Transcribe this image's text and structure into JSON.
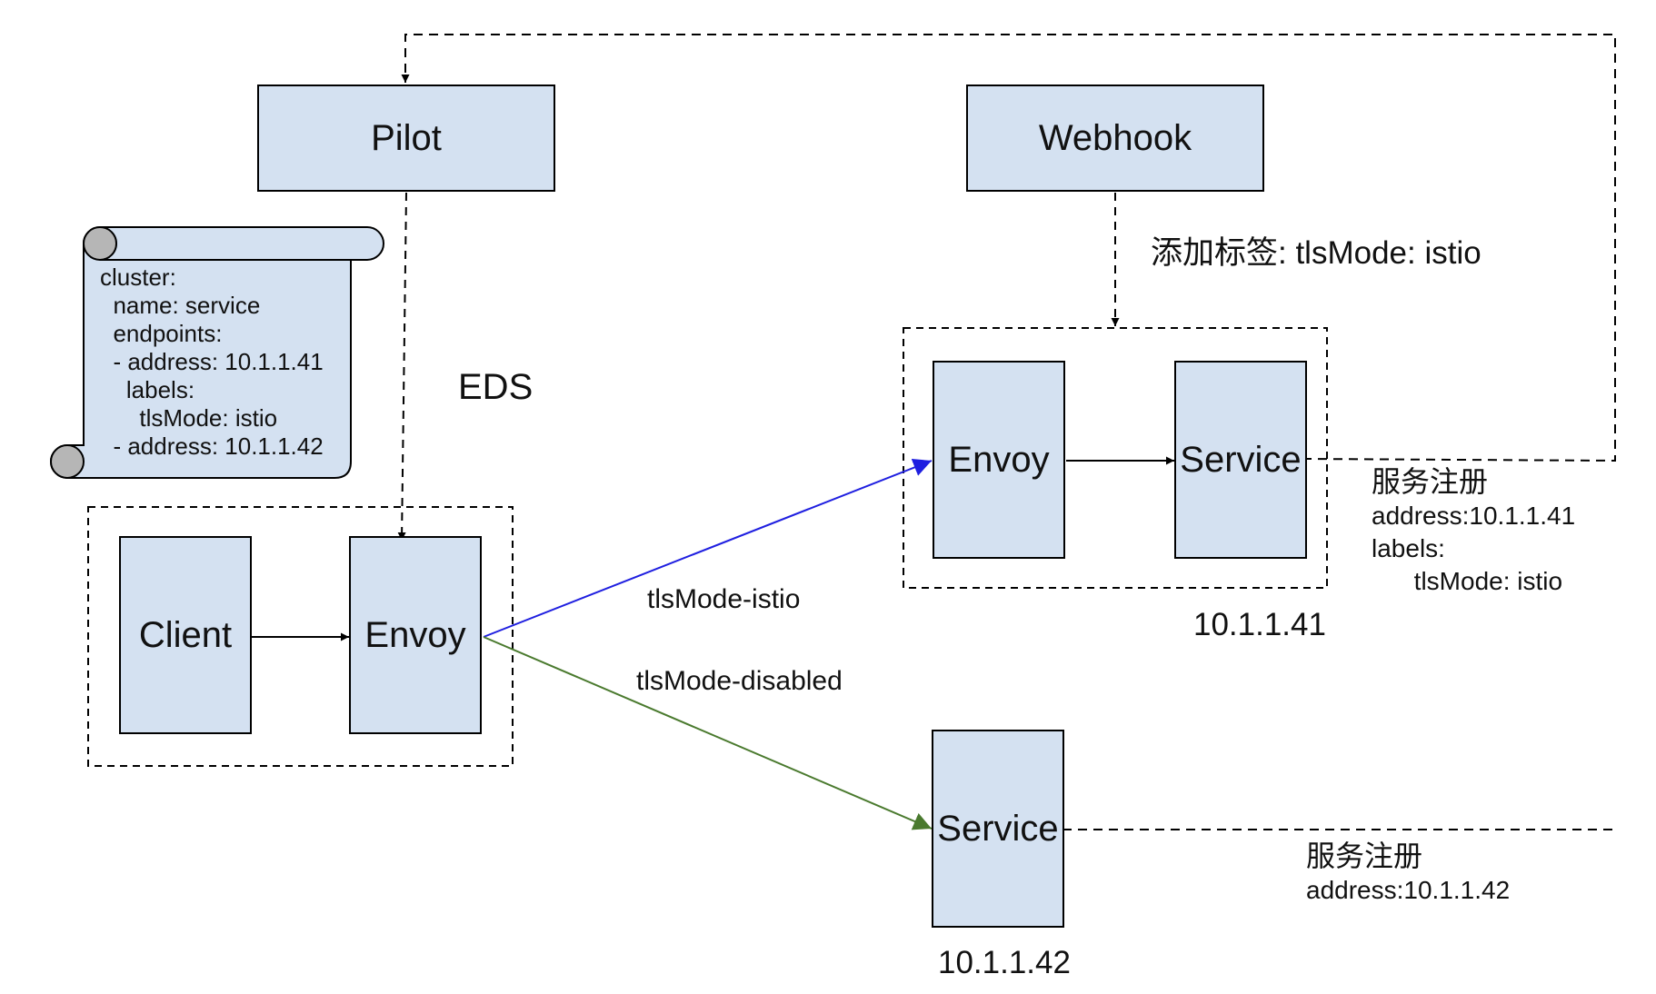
{
  "nodes": {
    "pilot": "Pilot",
    "webhook": "Webhook",
    "client": "Client",
    "client_envoy": "Envoy",
    "sidecar_envoy": "Envoy",
    "service_istio": "Service",
    "service_plain": "Service"
  },
  "labels": {
    "eds": "EDS",
    "add_label": "添加标签:  tlsMode: istio",
    "tls_istio": "tlsMode-istio",
    "tls_disabled": "tlsMode-disabled",
    "ip_41": "10.1.1.41",
    "ip_42": "10.1.1.42"
  },
  "config_scroll": {
    "lines": [
      "cluster:",
      "  name: service",
      "  endpoints:",
      "  - address: 10.1.1.41",
      "    labels:",
      "      tlsMode: istio",
      "  - address: 10.1.1.42"
    ]
  },
  "registrations": {
    "r41": {
      "title": "服务注册",
      "lines": [
        "address:10.1.1.41",
        "labels:",
        "      tlsMode: istio"
      ]
    },
    "r42": {
      "title": "服务注册",
      "lines": [
        "address:10.1.1.42"
      ]
    }
  },
  "colors": {
    "box_fill": "#d4e1f1",
    "edge_istio": "#1f1fe0",
    "edge_disabled": "#4a7a2e",
    "line": "#000000"
  }
}
